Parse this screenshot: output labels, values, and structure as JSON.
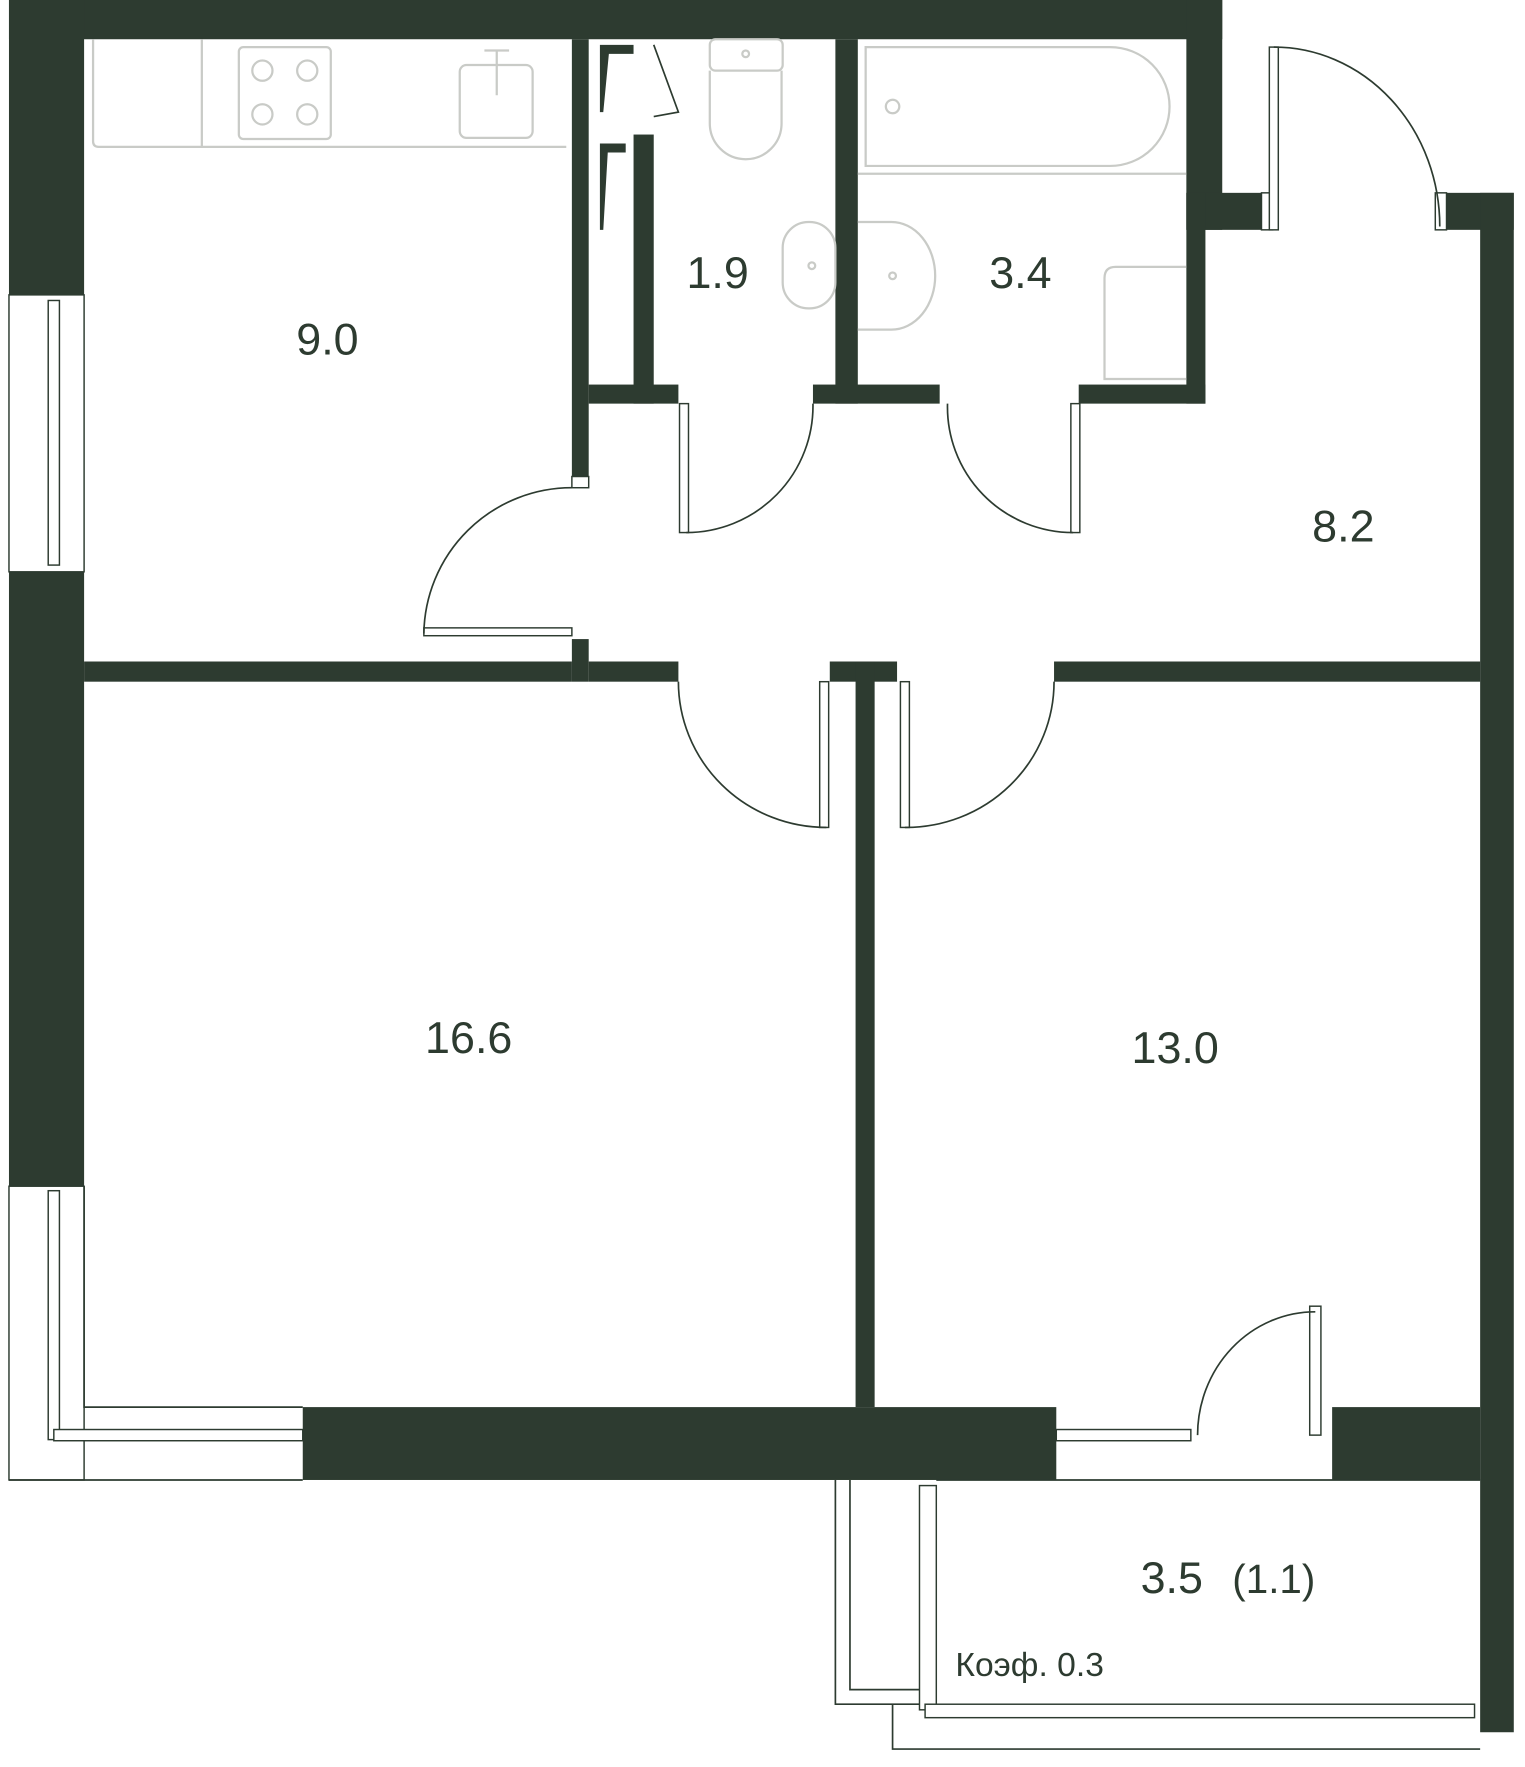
{
  "plan": {
    "colors": {
      "wall": "#2d3b30",
      "fixture": "#c9cbc7",
      "background": "#ffffff"
    },
    "rooms": {
      "kitchen": "9.0",
      "wc": "1.9",
      "bathroom": "3.4",
      "hall": "8.2",
      "living": "16.6",
      "bedroom": "13.0",
      "balcony": "3.5",
      "balcony_reduced": "(1.1)",
      "balcony_coef": "Коэф. 0.3"
    }
  }
}
